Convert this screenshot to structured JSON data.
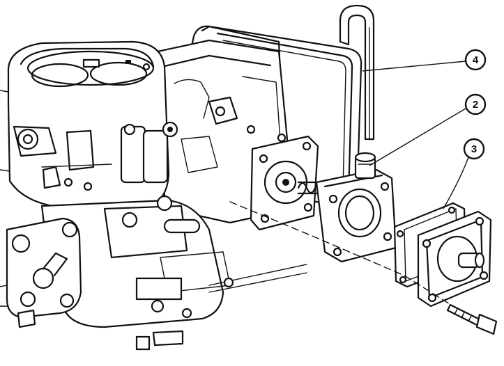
{
  "diagram": {
    "callouts": [
      {
        "id": "4",
        "label": "4"
      },
      {
        "id": "2",
        "label": "2"
      },
      {
        "id": "3",
        "label": "3"
      }
    ]
  }
}
